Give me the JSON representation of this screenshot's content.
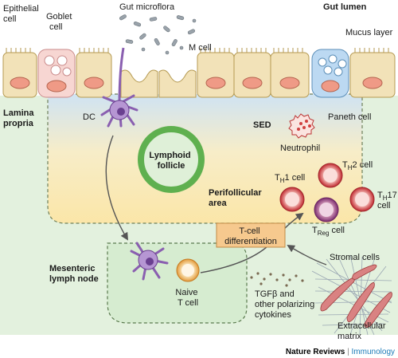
{
  "labels": {
    "epithelial_cell": [
      "Epithelial",
      "cell"
    ],
    "goblet_cell": [
      "Goblet",
      "cell"
    ],
    "gut_microflora": "Gut microflora",
    "gut_lumen": "Gut lumen",
    "m_cell": "M cell",
    "mucus_layer": "Mucus layer",
    "lamina_propria": [
      "Lamina",
      "propria"
    ],
    "dc": "DC",
    "sed": "SED",
    "paneth_cell": "Paneth cell",
    "lymphoid_follicle": [
      "Lymphoid",
      "follicle"
    ],
    "neutrophil": "Neutrophil",
    "perifollicular_area": [
      "Perifollicular",
      "area"
    ],
    "th1_cell": {
      "pre": "T",
      "sub": "H",
      "post": "1 cell"
    },
    "th2_cell": {
      "pre": "T",
      "sub": "H",
      "post": "2 cell"
    },
    "th17_cell": {
      "pre": "T",
      "sub": "H",
      "post": "17",
      "line2": "cell"
    },
    "treg_cell": {
      "pre": "T",
      "sub": "Reg",
      "post": " cell"
    },
    "t_cell_differentiation": [
      "T-cell",
      "differentiation"
    ],
    "mesenteric_lymph_node": [
      "Mesenteric",
      "lymph node"
    ],
    "naive_t_cell": [
      "Naive",
      "T cell"
    ],
    "stromal_cells": "Stromal cells",
    "tgfb": [
      "TGFβ and",
      "other polarizing",
      "cytokines"
    ],
    "extracellular_matrix": [
      "Extracellular",
      "matrix"
    ]
  },
  "footer": {
    "journal": "Nature Reviews",
    "separator": " | ",
    "section": "Immunology"
  },
  "colors": {
    "lumen_bg": "#ffffff",
    "lamina_bg": "#e3f1de",
    "epithelium_fill": "#f2e2b8",
    "epithelium_stroke": "#b59a52",
    "nucleus_fill": "#ef9a86",
    "goblet_fill": "#f7d6d2",
    "paneth_fill": "#bcd9f2",
    "sed_fill": "#fbe9b6",
    "follicle_green": "#5fb04f",
    "dc_purple": "#8a5fb0",
    "th_red": "#c0282f",
    "treg_purple": "#7a2c6e",
    "diff_box": "#f6c98e",
    "footer_accent": "#1b7bb8"
  }
}
